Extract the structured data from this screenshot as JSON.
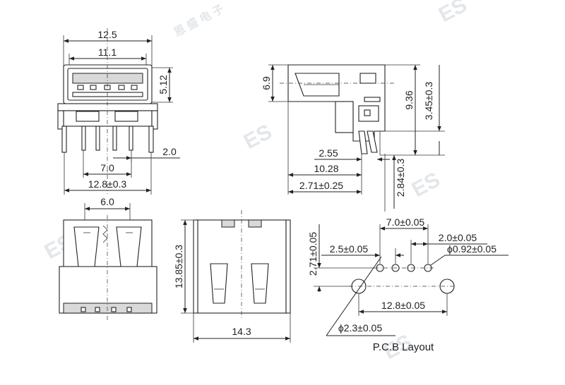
{
  "watermark": {
    "text": "ES",
    "sub": "恩 盛 电 子"
  },
  "front_view": {
    "dim_top": "12.5",
    "dim_inner": "11.1",
    "dim_height": "5.12",
    "dim_pin_offset": "2.0",
    "dim_pin_span": "7.0",
    "dim_peg_span": "12.8±0.3"
  },
  "side_view": {
    "dim_body_height": "6.9",
    "dim_total_height": "9.36",
    "dim_pin_height": "3.45±0.3",
    "dim_2_55": "2.55",
    "dim_10_28": "10.28",
    "dim_2_71": "2.71±0.25",
    "dim_2_84": "2.84±0.3"
  },
  "bottom_view": {
    "dim_width": "6.0"
  },
  "top_view": {
    "dim_length": "13.85±0.3",
    "dim_width": "14.3"
  },
  "pcb_layout": {
    "caption": "P.C.B Layout",
    "dim_7_0": "7.0±0.05",
    "dim_2_0": "2.0±0.05",
    "dim_2_5": "2.5±0.05",
    "dim_hole_small": "ϕ0.92±0.05",
    "dim_2_71": "2.71±0.05",
    "dim_12_8": "12.8±0.05",
    "dim_hole_large": "ϕ2.3±0.05"
  }
}
